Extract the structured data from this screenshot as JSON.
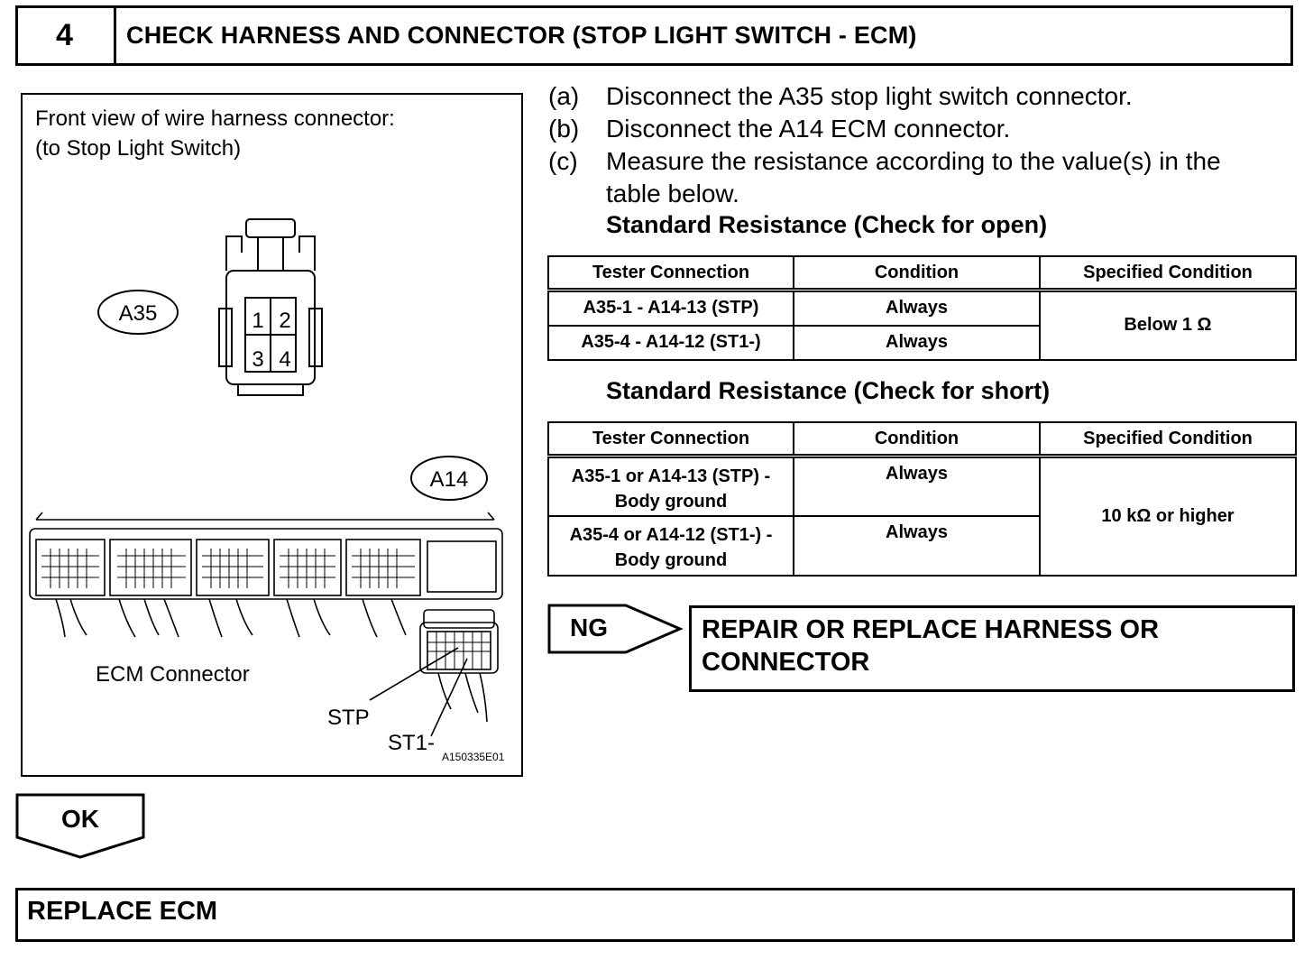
{
  "header": {
    "step_number": "4",
    "title": "CHECK HARNESS AND CONNECTOR (STOP LIGHT SWITCH - ECM)"
  },
  "figure": {
    "caption_line1": "Front view of wire harness connector:",
    "caption_line2": "(to Stop Light Switch)",
    "connector_a35_label": "A35",
    "pins": [
      "1",
      "2",
      "3",
      "4"
    ],
    "connector_a14_label": "A14",
    "ecm_connector_label": "ECM Connector",
    "stp_label": "STP",
    "st1_label": "ST1-",
    "figure_code": "A150335E01"
  },
  "steps": [
    {
      "letter": "(a)",
      "text": "Disconnect the A35 stop light switch connector."
    },
    {
      "letter": "(b)",
      "text": "Disconnect the A14 ECM connector."
    },
    {
      "letter": "(c)",
      "text_line1": "Measure the resistance according to the value(s) in the",
      "text_line2": "table below."
    }
  ],
  "open_check": {
    "title": "Standard Resistance (Check for open)",
    "headers": [
      "Tester Connection",
      "Condition",
      "Specified Condition"
    ],
    "rows": [
      {
        "connection": "A35-1 - A14-13 (STP)",
        "condition": "Always"
      },
      {
        "connection": "A35-4 - A14-12 (ST1-)",
        "condition": "Always"
      }
    ],
    "specified": "Below 1 Ω"
  },
  "short_check": {
    "title": "Standard Resistance (Check for short)",
    "headers": [
      "Tester Connection",
      "Condition",
      "Specified Condition"
    ],
    "rows": [
      {
        "connection_line1": "A35-1 or A14-13 (STP) -",
        "connection_line2": "Body ground",
        "condition": "Always"
      },
      {
        "connection_line1": "A35-4 or A14-12 (ST1-) -",
        "connection_line2": "Body ground",
        "condition": "Always"
      }
    ],
    "specified": "10 kΩ or higher"
  },
  "ng": {
    "label": "NG",
    "action_line1": "REPAIR OR REPLACE HARNESS OR",
    "action_line2": "CONNECTOR"
  },
  "ok": {
    "label": "OK",
    "action": "REPLACE ECM"
  }
}
